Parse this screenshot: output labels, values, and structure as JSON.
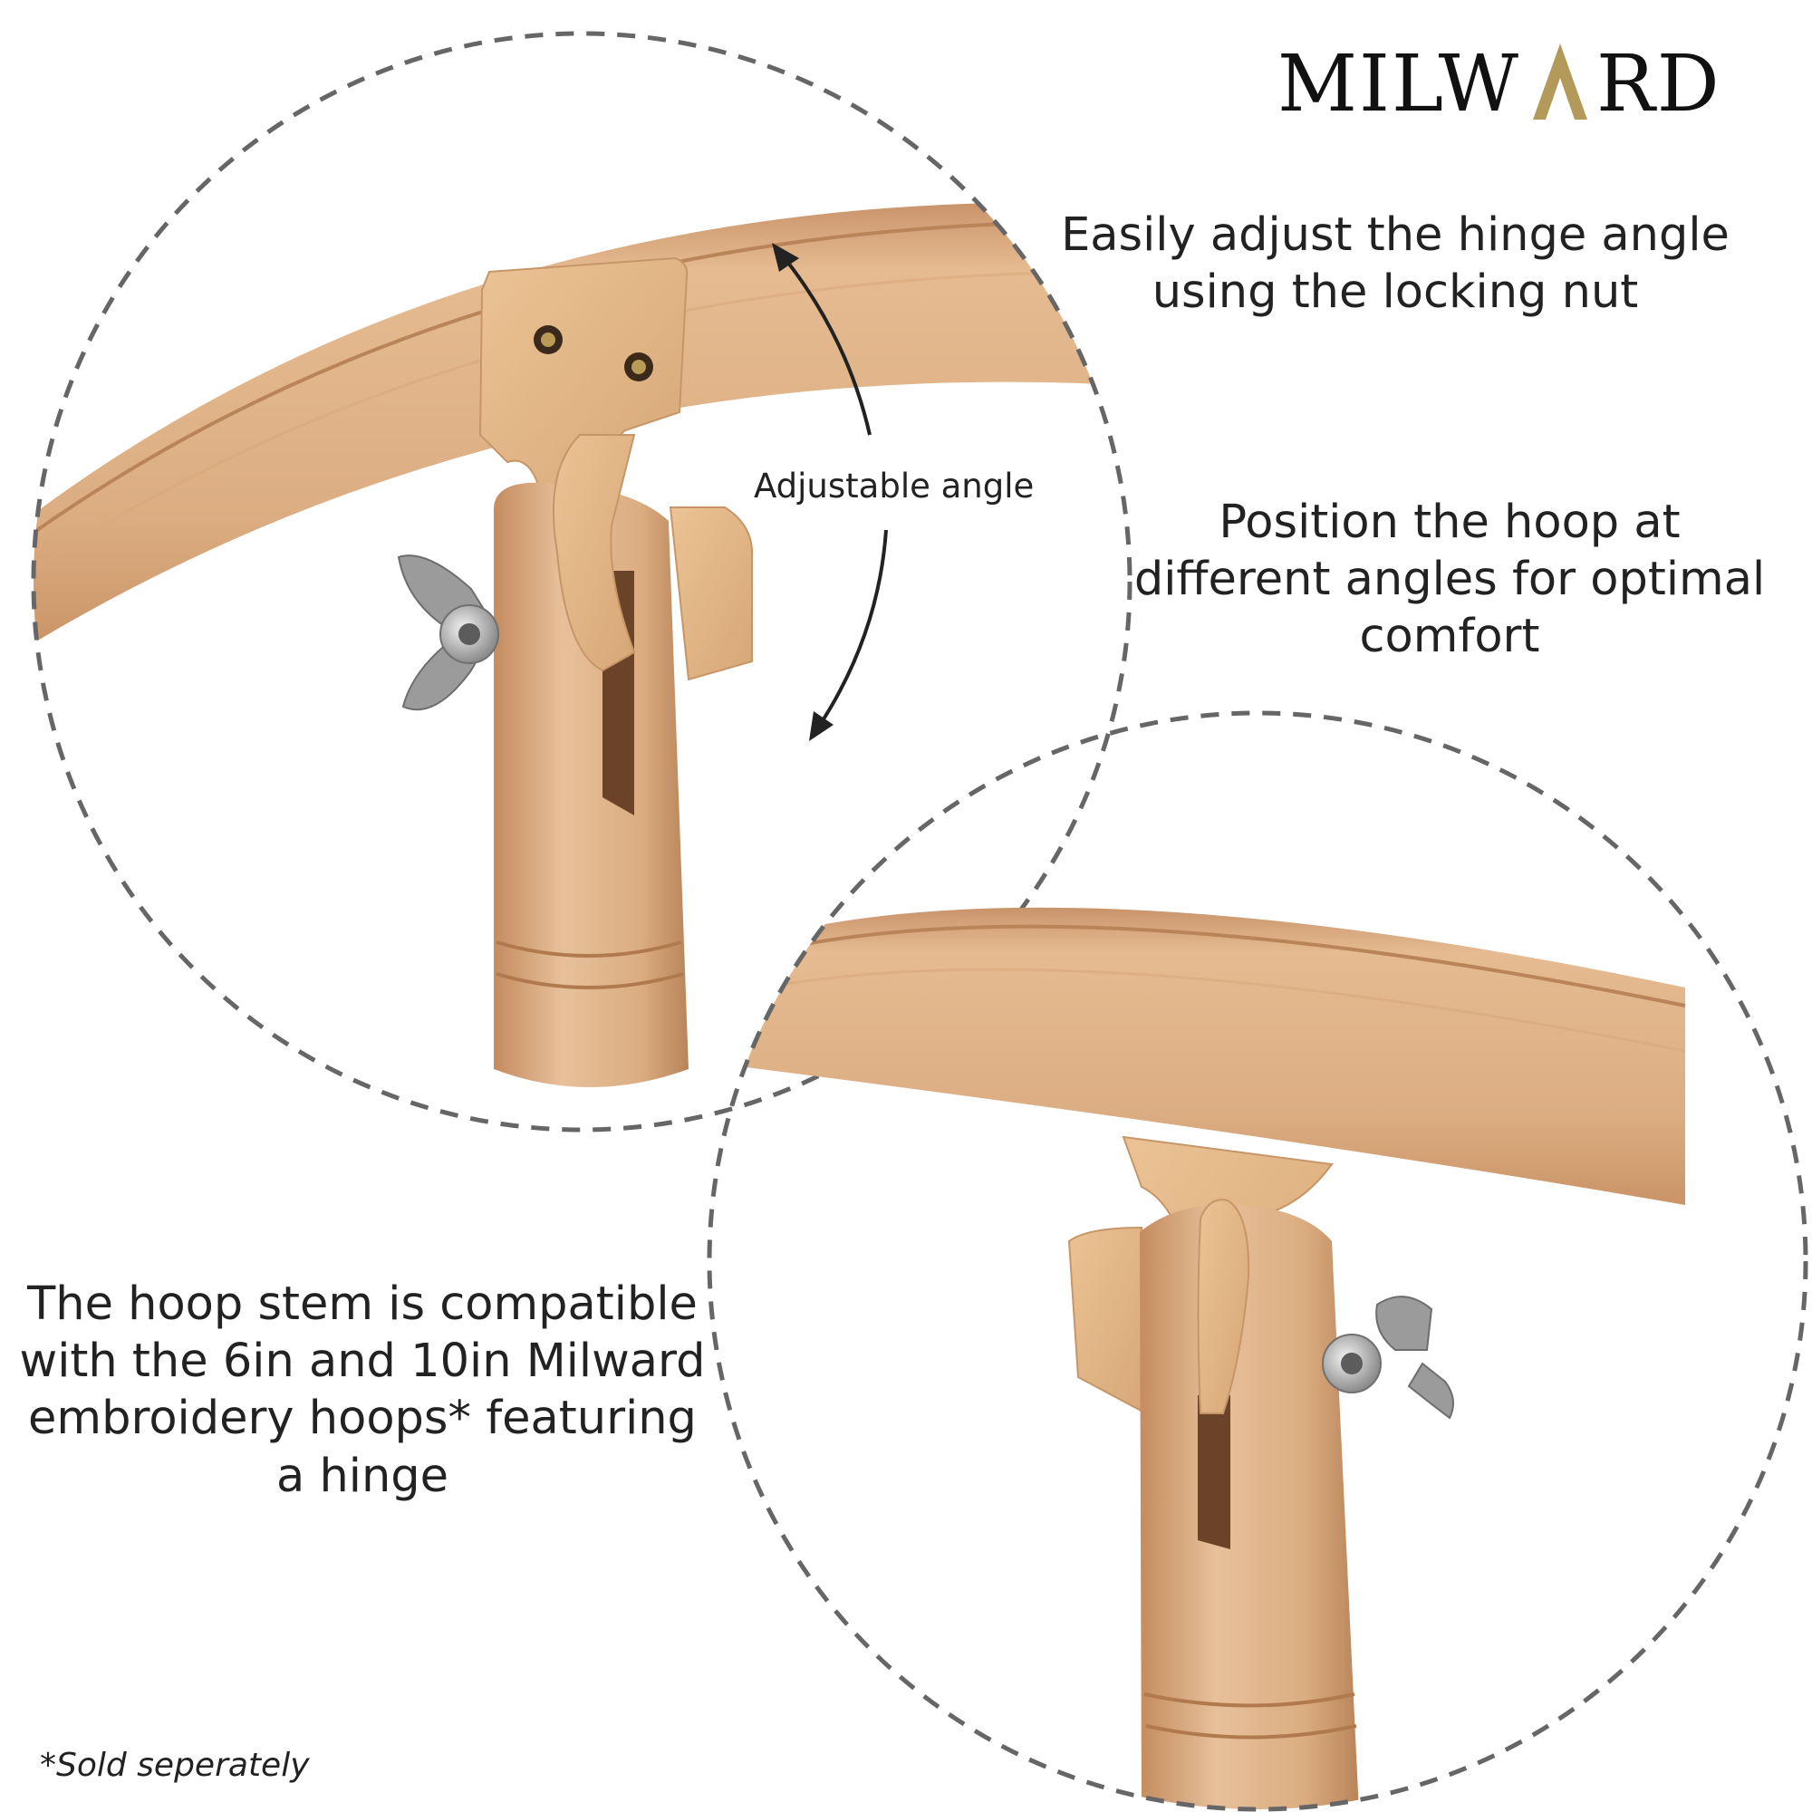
{
  "brand": {
    "name": "MILWARD",
    "colors": {
      "ink": "#111111",
      "gold": "#b39a5a"
    }
  },
  "labels": {
    "adjustable_angle": "Adjustable angle",
    "caption_1": "Easily adjust the hinge angle using the locking nut",
    "caption_2": "Position the hoop at different angles for optimal comfort",
    "caption_3": "The hoop stem is compatible with the 6in and 10in Milward embroidery hoops* featuring a hinge",
    "footnote": "*Sold seperately"
  },
  "colors": {
    "wood": "#dcae82",
    "wood_dark": "#b98458",
    "plastic": "#e1b483",
    "metal": "#a7a7a7",
    "dashed_circle": "#666666"
  },
  "icons": [
    "wing-nut-icon",
    "double-arrow-icon"
  ]
}
